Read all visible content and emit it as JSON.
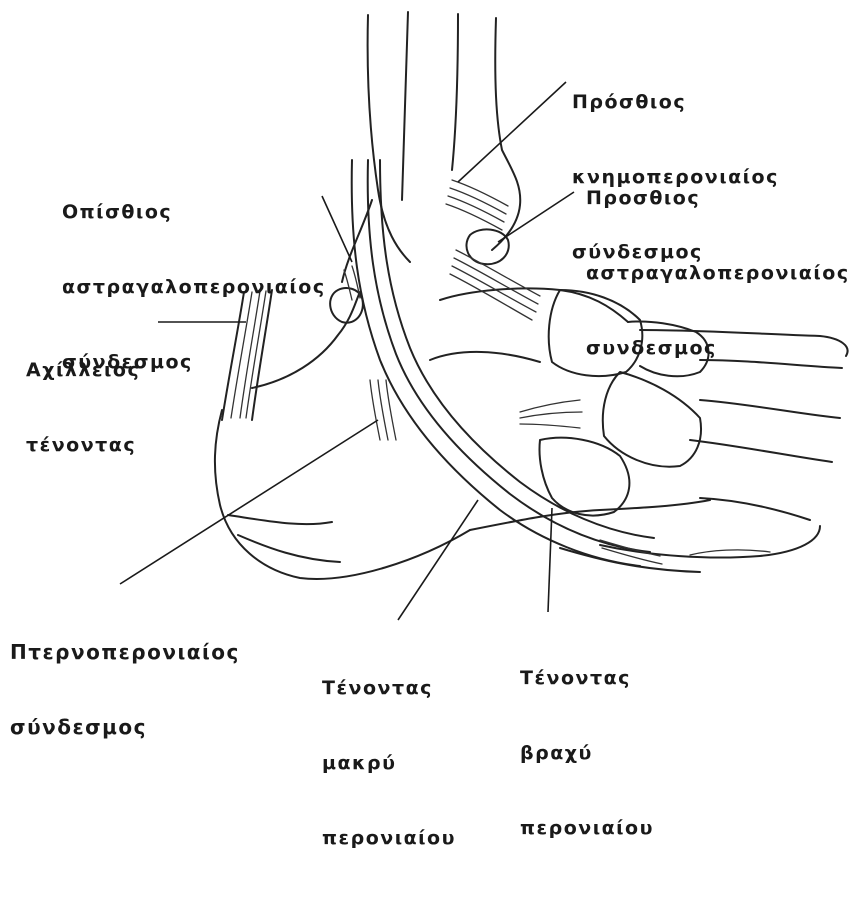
{
  "labels": {
    "anterior_tibiofibular": [
      "Πρόσθιος",
      "κνημοπερονιαίος",
      "σύνδεσμος"
    ],
    "anterior_talofibular": [
      "Προσθιος",
      "αστραγαλοπερονιαίος",
      "συνδεσμος"
    ],
    "posterior_talofibular": [
      "Οπίσθιος",
      "αστραγαλοπερονιαίος",
      "σύνδεσμος"
    ],
    "achilles": [
      "Αχίλλειος",
      "τένοντας"
    ],
    "calcaneofibular": [
      "Πτερνοπερονιαίος",
      "σύνδεσμος"
    ],
    "peroneus_longus": [
      "Τένοντας",
      "μακρύ",
      "περονιαίου"
    ],
    "peroneus_brevis": [
      "Τένοντας",
      "βραχύ",
      "περονιαίου"
    ]
  }
}
